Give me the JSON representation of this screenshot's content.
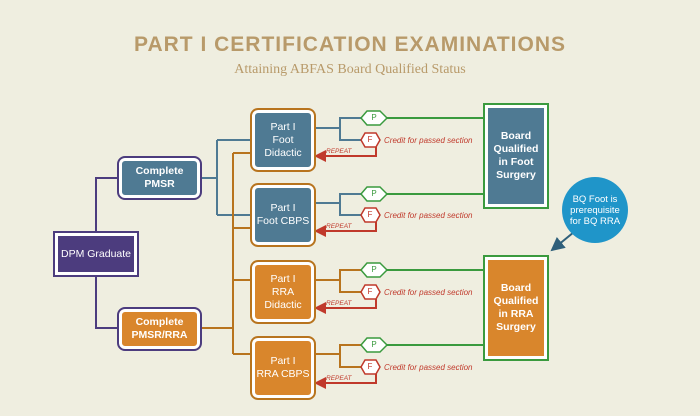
{
  "header": {
    "title": "PART I CERTIFICATION EXAMINATIONS",
    "subtitle": "Attaining ABFAS Board Qualified Status"
  },
  "nodes": {
    "dpm": "DPM Graduate",
    "pmsr": "Complete PMSR",
    "pmsrra": "Complete\nPMSR/RRA",
    "foot_didactic": "Part I\nFoot Didactic",
    "foot_cbps": "Part I\nFoot CBPS",
    "rra_didactic": "Part I\nRRA Didactic",
    "rra_cbps": "Part I\nRRA CBPS",
    "bq_foot": "Board\nQualified\nin Foot\nSurgery",
    "bq_rra": "Board\nQualified\nin RRA\nSurgery"
  },
  "note": "BQ Foot is\nprerequisite\nfor BQ RRA",
  "labels": {
    "pass": "P",
    "fail": "F",
    "credit": "Credit for passed section",
    "repeat": "REPEAT"
  },
  "colors": {
    "background": "#efeee0",
    "title": "#b89a6a",
    "purple": "#4c3c7e",
    "blue": "#4f7a93",
    "orange": "#d9862c",
    "green": "#3a9a3e",
    "red": "#c0392b",
    "cyan": "#1f95c9"
  }
}
